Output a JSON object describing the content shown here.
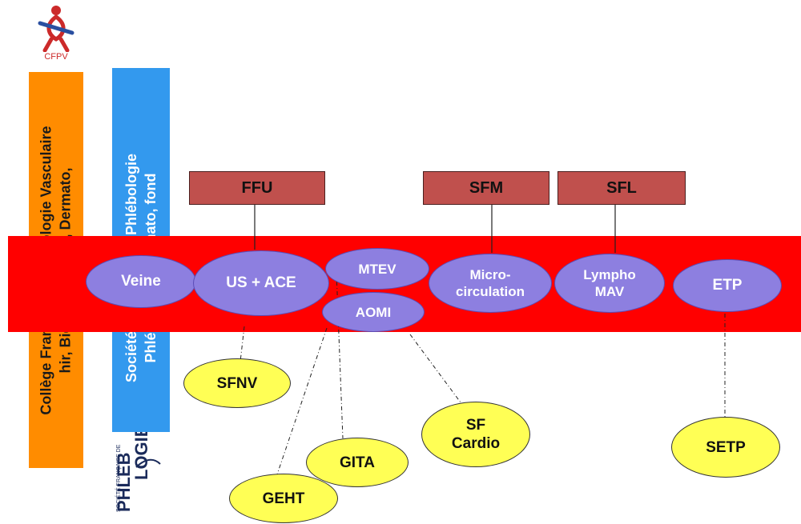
{
  "logo": {
    "caption": "CFPV"
  },
  "vertical_bars": {
    "orange": {
      "line1": "Collège Français de Pathologie Vasculaire",
      "line2": "hir, Bio, Radio, Inter, Dermato,",
      "color": "#ff8c00"
    },
    "blue": {
      "line1": "Société Française de Phlébologie",
      "line2": "Phléob, Chir, Dermato, fond",
      "color": "#3399ee"
    }
  },
  "phleb_logo": {
    "text": "SOCIÉTÉ FRANÇAISE DE PHLÉBOLOGIE"
  },
  "boxes": {
    "ffu": "FFU",
    "sfm": "SFM",
    "sfl": "SFL"
  },
  "topics": {
    "veine": "Veine",
    "us_ace": "US + ACE",
    "mtev": "MTEV",
    "aomi": "AOMI",
    "micro_line1": "Micro-",
    "micro_line2": "circulation",
    "lympho_line1": "Lympho",
    "lympho_line2": "MAV",
    "etp": "ETP"
  },
  "societies": {
    "sfnv": "SFNV",
    "sf_cardio_line1": "SF",
    "sf_cardio_line2": "Cardio",
    "gita": "GITA",
    "geht": "GEHT",
    "setp": "SETP"
  },
  "colors": {
    "band": "#ff0000",
    "box": "#c0504d",
    "topic": "#8d7fe0",
    "society": "#ffff55"
  }
}
